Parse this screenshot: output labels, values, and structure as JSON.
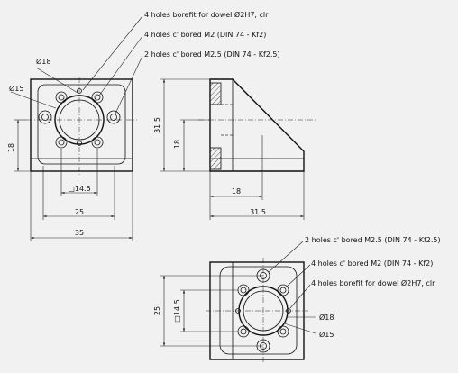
{
  "notes": {
    "dowel_holes": "4 holes borefit for dowel Ø2H7, clr",
    "m2_holes": "4 holes c' bored M2 (DIN 74 - Kf2)",
    "m25_holes": "2 holes c' bored M2.5 (DIN 74 - Kf2.5)"
  },
  "notes_bottom": {
    "m25_holes": "2 holes c' bored M2.5 (DIN 74 - Kf2.5)",
    "m2_holes": "4 holes c' bored M2 (DIN 74 - Kf2)",
    "dowel_holes": "4 holes borefit for dowel Ø2H7, clr"
  },
  "front_view": {
    "dia_18": "Ø18",
    "dia_15": "Ø15",
    "height_18": "18",
    "square_14_5": "□14.5",
    "width_25": "25",
    "width_35": "35"
  },
  "side_view": {
    "height_31_5": "31.5",
    "height_18": "18",
    "width_18": "18",
    "width_31_5": "31.5"
  },
  "top_view": {
    "height_25": "25",
    "square_14_5": "□14.5",
    "dia_18": "Ø18",
    "dia_15": "Ø15"
  }
}
